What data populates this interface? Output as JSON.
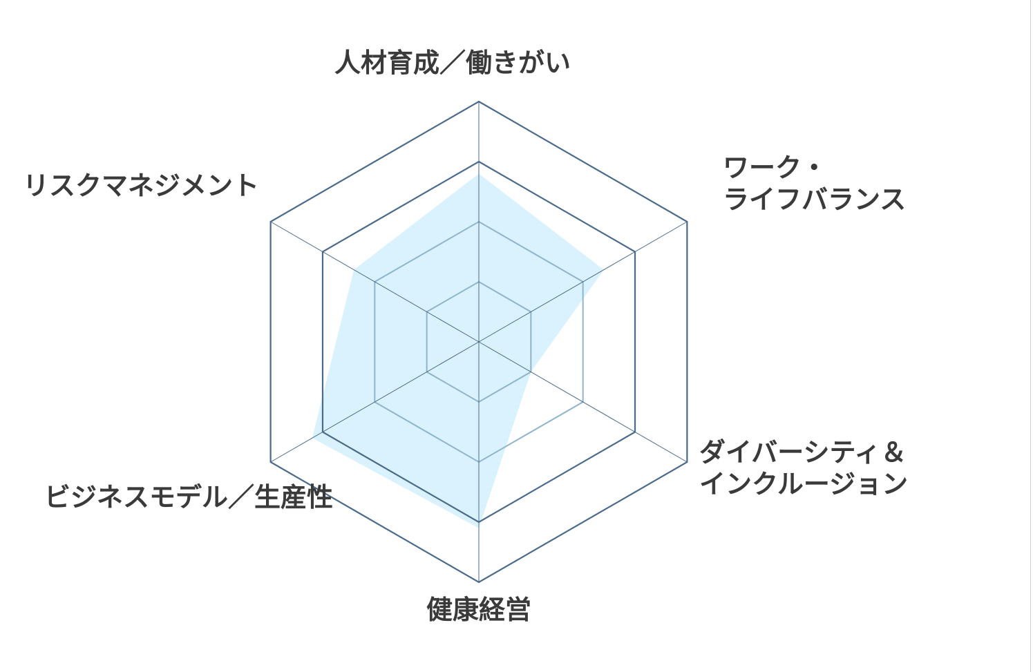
{
  "chart_data": {
    "type": "radar",
    "categories": [
      "人材育成／働きがい",
      "ワーク・\nライフバランス",
      "ダイバーシティ＆\nインクルージョン",
      "健康経営",
      "ビジネスモデル／生産性",
      "リスクマネジメント"
    ],
    "rmax": 4,
    "rings": [
      1,
      2,
      3,
      4
    ],
    "values": [
      2.8,
      2.4,
      1.0,
      3.1,
      3.2,
      2.4
    ],
    "colors": {
      "fill": "#daf2fd",
      "inner_grid": "#8fb4cc",
      "outer_grid": "#4a6a8c",
      "spoke": "#4a6a8c",
      "label": "#3a3a3a"
    }
  }
}
